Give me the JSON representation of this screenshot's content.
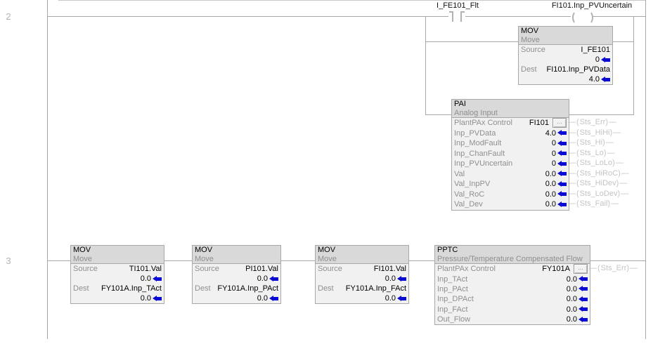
{
  "meta": {
    "application": "ladder-logic-routine",
    "colors": {
      "value_pin_blue": "#0a0ad2",
      "wire_gray": "#a8a8a8",
      "header_gray": "#d9d9d9"
    }
  },
  "rungs": {
    "rung2": {
      "number": "2",
      "contact_label": "I_FE101_Flt",
      "coil_label": "FI101.Inp_PVUncertain",
      "mov": {
        "title": "MOV",
        "desc": "Move",
        "source_label": "Source",
        "source_operand": "I_FE101",
        "source_value": "0",
        "dest_label": "Dest",
        "dest_operand": "FI101.Inp_PVData",
        "dest_value": "4.0"
      },
      "pai": {
        "title": "PAI",
        "desc": "Analog Input",
        "plantpax_label": "PlantPAx Control",
        "plantpax_operand": "FI101",
        "browse_label": "...",
        "params": [
          {
            "label": "Inp_PVData",
            "value": "4.0"
          },
          {
            "label": "Inp_ModFault",
            "value": "0"
          },
          {
            "label": "Inp_ChanFault",
            "value": "0"
          },
          {
            "label": "Inp_PVUncertain",
            "value": "0"
          },
          {
            "label": "Val",
            "value": "0.0"
          },
          {
            "label": "Val_InpPV",
            "value": "0.0"
          },
          {
            "label": "Val_RoC",
            "value": "0.0"
          },
          {
            "label": "Val_Dev",
            "value": "0.0"
          }
        ],
        "sts_outputs": [
          "Sts_Err",
          "Sts_HiHi",
          "Sts_Hi",
          "Sts_Lo",
          "Sts_LoLo",
          "Sts_HiRoC",
          "Sts_HiDev",
          "Sts_LoDev",
          "Sts_Fail"
        ]
      }
    },
    "rung3": {
      "number": "3",
      "movs": [
        {
          "title": "MOV",
          "desc": "Move",
          "source_label": "Source",
          "source_operand": "TI101.Val",
          "source_value": "0.0",
          "dest_label": "Dest",
          "dest_operand": "FY101A.Inp_TAct",
          "dest_value": "0.0"
        },
        {
          "title": "MOV",
          "desc": "Move",
          "source_label": "Source",
          "source_operand": "PI101.Val",
          "source_value": "0.0",
          "dest_label": "Dest",
          "dest_operand": "FY101A.Inp_PAct",
          "dest_value": "0.0"
        },
        {
          "title": "MOV",
          "desc": "Move",
          "source_label": "Source",
          "source_operand": "FI101.Val",
          "source_value": "0.0",
          "dest_label": "Dest",
          "dest_operand": "FY101A.Inp_FAct",
          "dest_value": "0.0"
        }
      ],
      "pptc": {
        "title": "PPTC",
        "desc": "Pressure/Temperature Compensated Flow",
        "plantpax_label": "PlantPAx Control",
        "plantpax_operand": "FY101A",
        "browse_label": "...",
        "params": [
          {
            "label": "Inp_TAct",
            "value": "0.0"
          },
          {
            "label": "Inp_PAct",
            "value": "0.0"
          },
          {
            "label": "Inp_DPAct",
            "value": "0.0"
          },
          {
            "label": "Inp_FAct",
            "value": "0.0"
          },
          {
            "label": "Out_Flow",
            "value": "0.0"
          }
        ],
        "sts_outputs": [
          "Sts_Err"
        ]
      }
    }
  }
}
